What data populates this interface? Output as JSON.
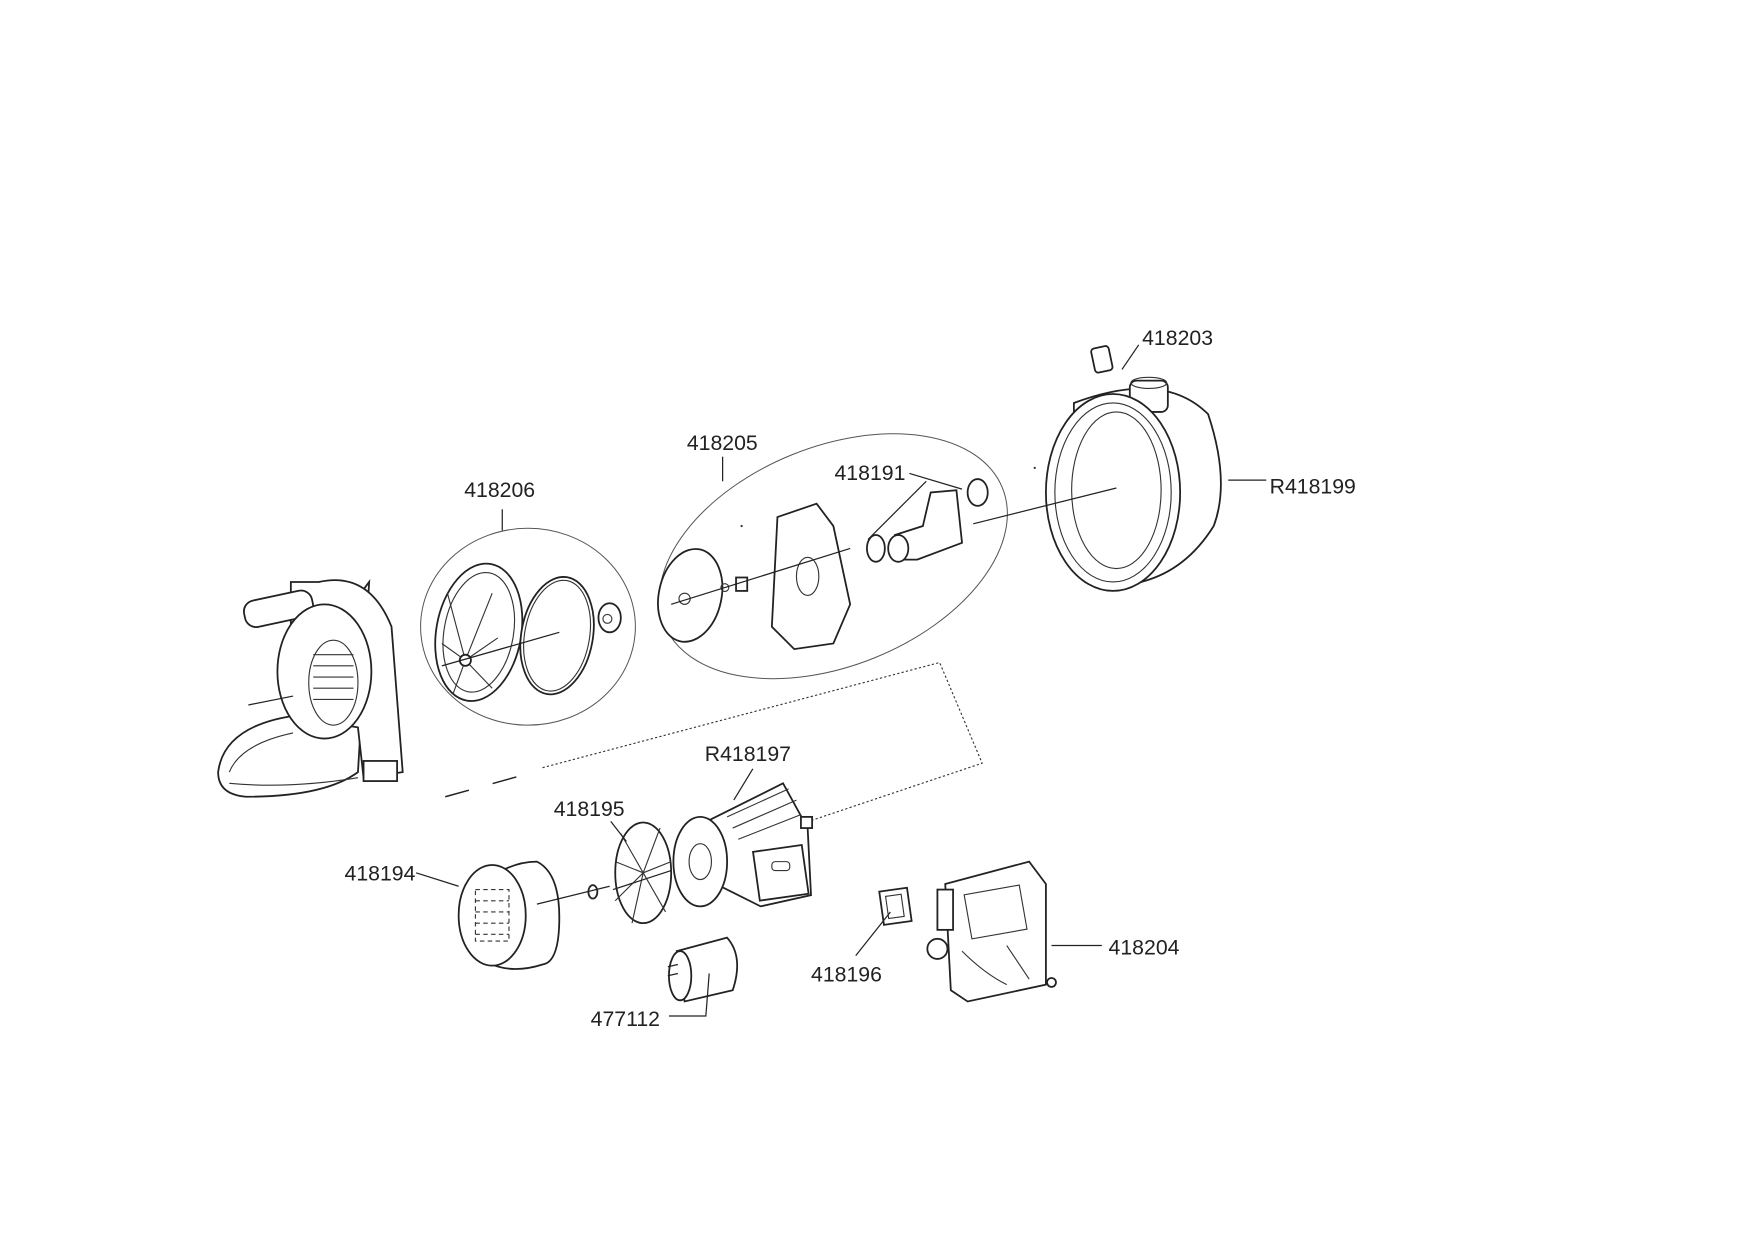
{
  "diagram": {
    "type": "exploded-parts-view",
    "parts": [
      {
        "ref": "418203",
        "label": "418203"
      },
      {
        "ref": "418205",
        "label": "418205"
      },
      {
        "ref": "418191",
        "label": "418191"
      },
      {
        "ref": "R418199",
        "label": "R418199"
      },
      {
        "ref": "418206",
        "label": "418206"
      },
      {
        "ref": "R418197",
        "label": "R418197"
      },
      {
        "ref": "418195",
        "label": "418195"
      },
      {
        "ref": "418194",
        "label": "418194"
      },
      {
        "ref": "418196",
        "label": "418196"
      },
      {
        "ref": "418204",
        "label": "418204"
      },
      {
        "ref": "477112",
        "label": "477112"
      }
    ]
  }
}
